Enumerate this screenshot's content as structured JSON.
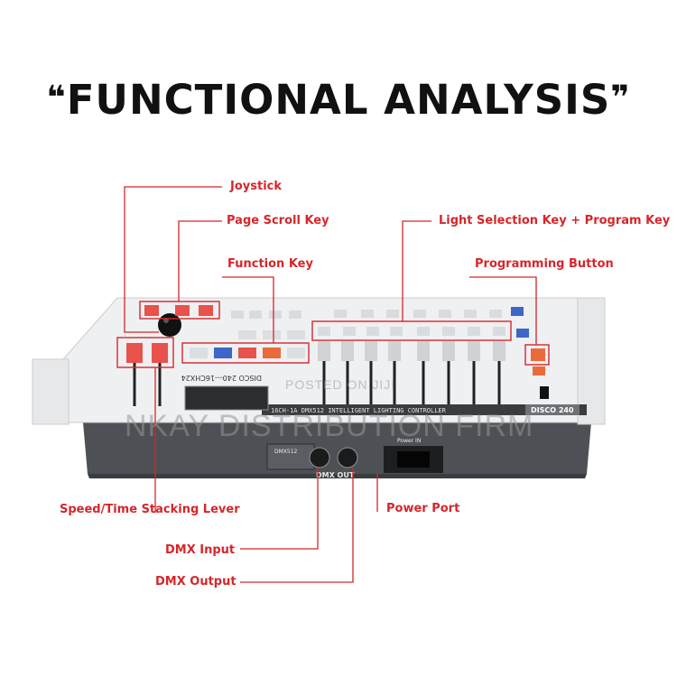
{
  "title": "FUNCTIONAL ANALYSIS",
  "callouts": {
    "joystick": "Joystick",
    "page_scroll_key": "Page Scroll Key",
    "function_key": "Function Key",
    "light_selection_key": "Light Selection Key + Program Key",
    "programming_button": "Programming Button",
    "speed_time_lever": "Speed/Time Stacking Lever",
    "power_port": "Power Port",
    "dmx_input": "DMX Input",
    "dmx_output": "DMX Output"
  },
  "device": {
    "model_label": "DISCO 240",
    "display_label": "DISCO 240---16CHX24",
    "panel_title": "16CH-1A DMX512 INTELLIGENT LIGHTING CONTROLLER",
    "dmx_panel_label": "DMX512",
    "dmx_out_label": "DMX OUT",
    "power_label": "Power IN"
  },
  "watermark": {
    "line1": "POSTED ON JIJI",
    "line2": "NKAY DISTRIBUTION FIRM"
  },
  "colors": {
    "accent_red": "#d6262a",
    "key_red": "#e8524a",
    "key_blue": "#3d66c8",
    "key_orange": "#ea6a3a",
    "panel_grey": "#eef0f2",
    "body_dark": "#505458"
  }
}
